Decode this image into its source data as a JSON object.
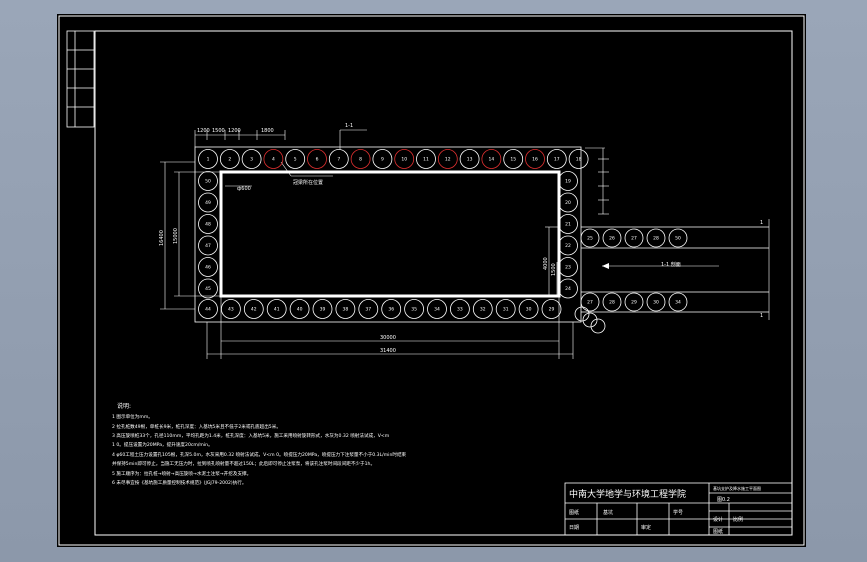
{
  "drawing": {
    "dim_top": [
      "1200",
      "1500",
      "1200",
      "1800"
    ],
    "callout_top": "1-1",
    "callout_pile": "冠梁所在位置",
    "label_inner": "ф600",
    "dim_left_outer": "16400",
    "dim_left_inner": "15000",
    "dim_inner_right": "4000",
    "dim_inner_right2": "1500",
    "dim_bottom_inner": "30000",
    "dim_bottom_outer": "31400",
    "section_mark": "1-1 剖面",
    "right_marks": [
      "1",
      "1"
    ],
    "top_pile_numbers": [
      "1",
      "2",
      "3",
      "4",
      "5",
      "6",
      "7",
      "8",
      "9",
      "10",
      "11",
      "12",
      "13",
      "14",
      "15",
      "16",
      "17",
      "18"
    ],
    "bottom_pile_numbers": [
      "44",
      "43",
      "42",
      "41",
      "40",
      "39",
      "38",
      "37",
      "36",
      "35",
      "34",
      "33",
      "32",
      "31",
      "30",
      "29"
    ],
    "right_extension_top": [
      "25",
      "26",
      "27",
      "28",
      "50"
    ],
    "right_extension_bottom": [
      "27",
      "28",
      "29",
      "30",
      "34"
    ],
    "left_column": [
      "50",
      "49",
      "48",
      "47",
      "46",
      "45"
    ],
    "right_column": [
      "19",
      "20",
      "21",
      "22",
      "23",
      "24"
    ]
  },
  "notes": {
    "title": "说明:",
    "lines": [
      "1  图示单位为mm。",
      "2  拉孔桩数49根，单桩长9米，桩孔深度：入基坑5米且不低于2米或孔底超出5米。",
      "3  高压旋喷桩33个，孔径110mm，平均孔距为1.4米，桩孔深度：入基坑5米，施工采用喷射旋转形式，水灰为0.32 喷射法试成，V<m",
      "1  0。提压设置为20MPa，提升速度20cm/min。",
      "4  φ60工程土压力设置孔105根，孔深5.0m，水灰采用0.32 喷射法试成，V<m  0。喷提压力20MPa，喷提压力下注浆量不小于0.3L/min时结束",
      "并保持5min即可停止。当施工无压力时，拉到喷孔喷射量不超过150L；此后即可停止注浆泵，将该孔注浆时间段间距不少于1h。",
      "5  施工顺序为：拉孔桩→喷射→高压旋喷→水泥土注浆→开挖及支撑。",
      "6  未尽事宜按《基坑施工质量控制技术规范》(JGJ79-2002)执行。"
    ]
  },
  "title_block": {
    "institution": "中南大学地学与环境工程学院",
    "drawing_title": "基坑支护及降水施工平面图",
    "drawing_no": "图0.2",
    "row1": [
      "图纸",
      "基坑"
    ],
    "row2": [
      "日期",
      "审定",
      "学号"
    ],
    "row3": [
      "设计",
      "比例",
      "图纸"
    ]
  }
}
